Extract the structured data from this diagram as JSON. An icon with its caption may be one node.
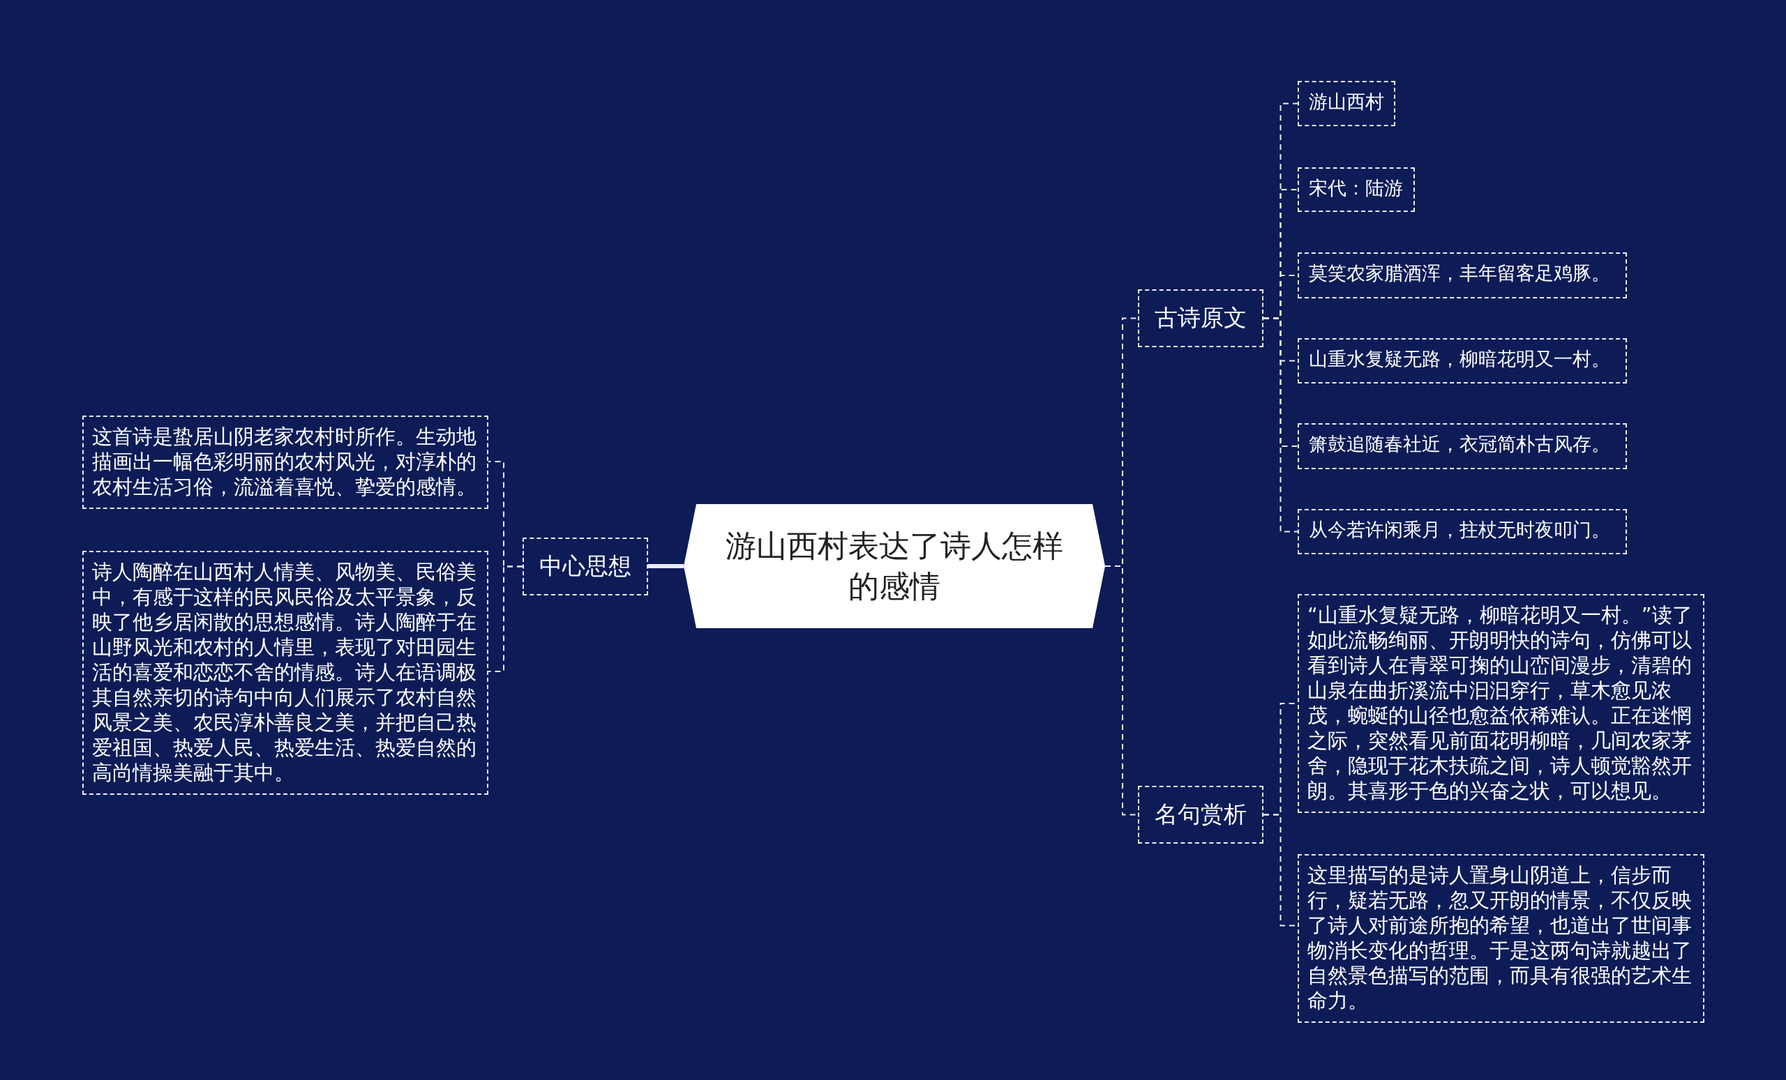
{
  "diagram": {
    "nodes": [
      {
        "text": [
          "游山西村表达了诗人怎样的感情"
        ]
      },
      {
        "text": [
          "中心思想"
        ]
      },
      {
        "text": [
          "这首诗是蛰居山阴老家农村时所作。生动地描画出一幅色彩明丽的农村风光，对淳朴的农村生活习俗，流溢着喜悦、挚爱的感情。"
        ]
      },
      {
        "text": [
          "诗人陶醉在山西村人情美、风物美、民俗美中，有感于这样的民风民俗及太平景象，反映了他乡居闲散的思想感情。诗人陶醉于在山野风光和农村的人情里，表现了对田园生活的喜爱和恋恋不舍的情感。诗人在语调极其自然亲切的诗句中向人们展示了农村自然风景之美、农民淳朴善良之美，并把自己热爱祖国、热爱人民、热爱生活、热爱自然的高尚情操美融于其中。"
        ]
      },
      {
        "text": [
          "古诗原文"
        ]
      },
      {
        "text": [
          "游山西村"
        ]
      },
      {
        "text": [
          "宋代：陆游"
        ]
      },
      {
        "text": [
          "莫笑农家腊酒浑，丰年留客足鸡豚。"
        ]
      },
      {
        "text": [
          "山重水复疑无路，柳暗花明又一村。"
        ]
      },
      {
        "text": [
          "箫鼓追随春社近，衣冠简朴古风存。"
        ]
      },
      {
        "text": [
          "从今若许闲乘月，拄杖无时夜叩门。"
        ]
      },
      {
        "text": [
          "名句赏析"
        ]
      },
      {
        "text": [
          "“山重水复疑无路，柳暗花明又一村。”读了如此流畅绚丽、开朗明快的诗句，仿佛可以看到诗人在青翠可掬的山峦间漫步，清碧的山泉在曲折溪流中汩汩穿行，草木愈见浓茂，蜿蜒的山径也愈益依稀难认。正在迷惘之际，突然看见前面花明柳暗，几间农家茅舍，隐现于花木扶疏之间，诗人顿觉豁然开朗。其喜形于色的兴奋之状，可以想见。"
        ]
      },
      {
        "text": [
          "这里描写的是诗人置身山阴道上，信步而行，疑若无路，忽又开朗的情景，不仅反映了诗人对前途所抱的希望，也道出了世间事物消长变化的哲理。于是这两句诗就越出了自然景色描写的范围，而具有很强的艺术生命力。"
        ]
      }
    ],
    "edges": [
      {
        "from": 0,
        "to": 1,
        "arrow": "none",
        "style": "thick"
      },
      {
        "from": 1,
        "to": 2,
        "arrow": "none",
        "style": "dashed"
      },
      {
        "from": 1,
        "to": 3,
        "arrow": "none",
        "style": "dashed"
      },
      {
        "from": 0,
        "to": 4,
        "arrow": "none",
        "style": "dashed"
      },
      {
        "from": 0,
        "to": 11,
        "arrow": "none",
        "style": "dashed"
      },
      {
        "from": 4,
        "to": 5,
        "arrow": "none",
        "style": "dashed"
      },
      {
        "from": 4,
        "to": 6,
        "arrow": "none",
        "style": "dashed"
      },
      {
        "from": 4,
        "to": 7,
        "arrow": "none",
        "style": "dashed"
      },
      {
        "from": 4,
        "to": 8,
        "arrow": "none",
        "style": "dashed"
      },
      {
        "from": 4,
        "to": 9,
        "arrow": "none",
        "style": "dashed"
      },
      {
        "from": 4,
        "to": 10,
        "arrow": "none",
        "style": "dashed"
      },
      {
        "from": 11,
        "to": 12,
        "arrow": "none",
        "style": "dashed"
      },
      {
        "from": 11,
        "to": 13,
        "arrow": "none",
        "style": "dashed"
      }
    ]
  }
}
